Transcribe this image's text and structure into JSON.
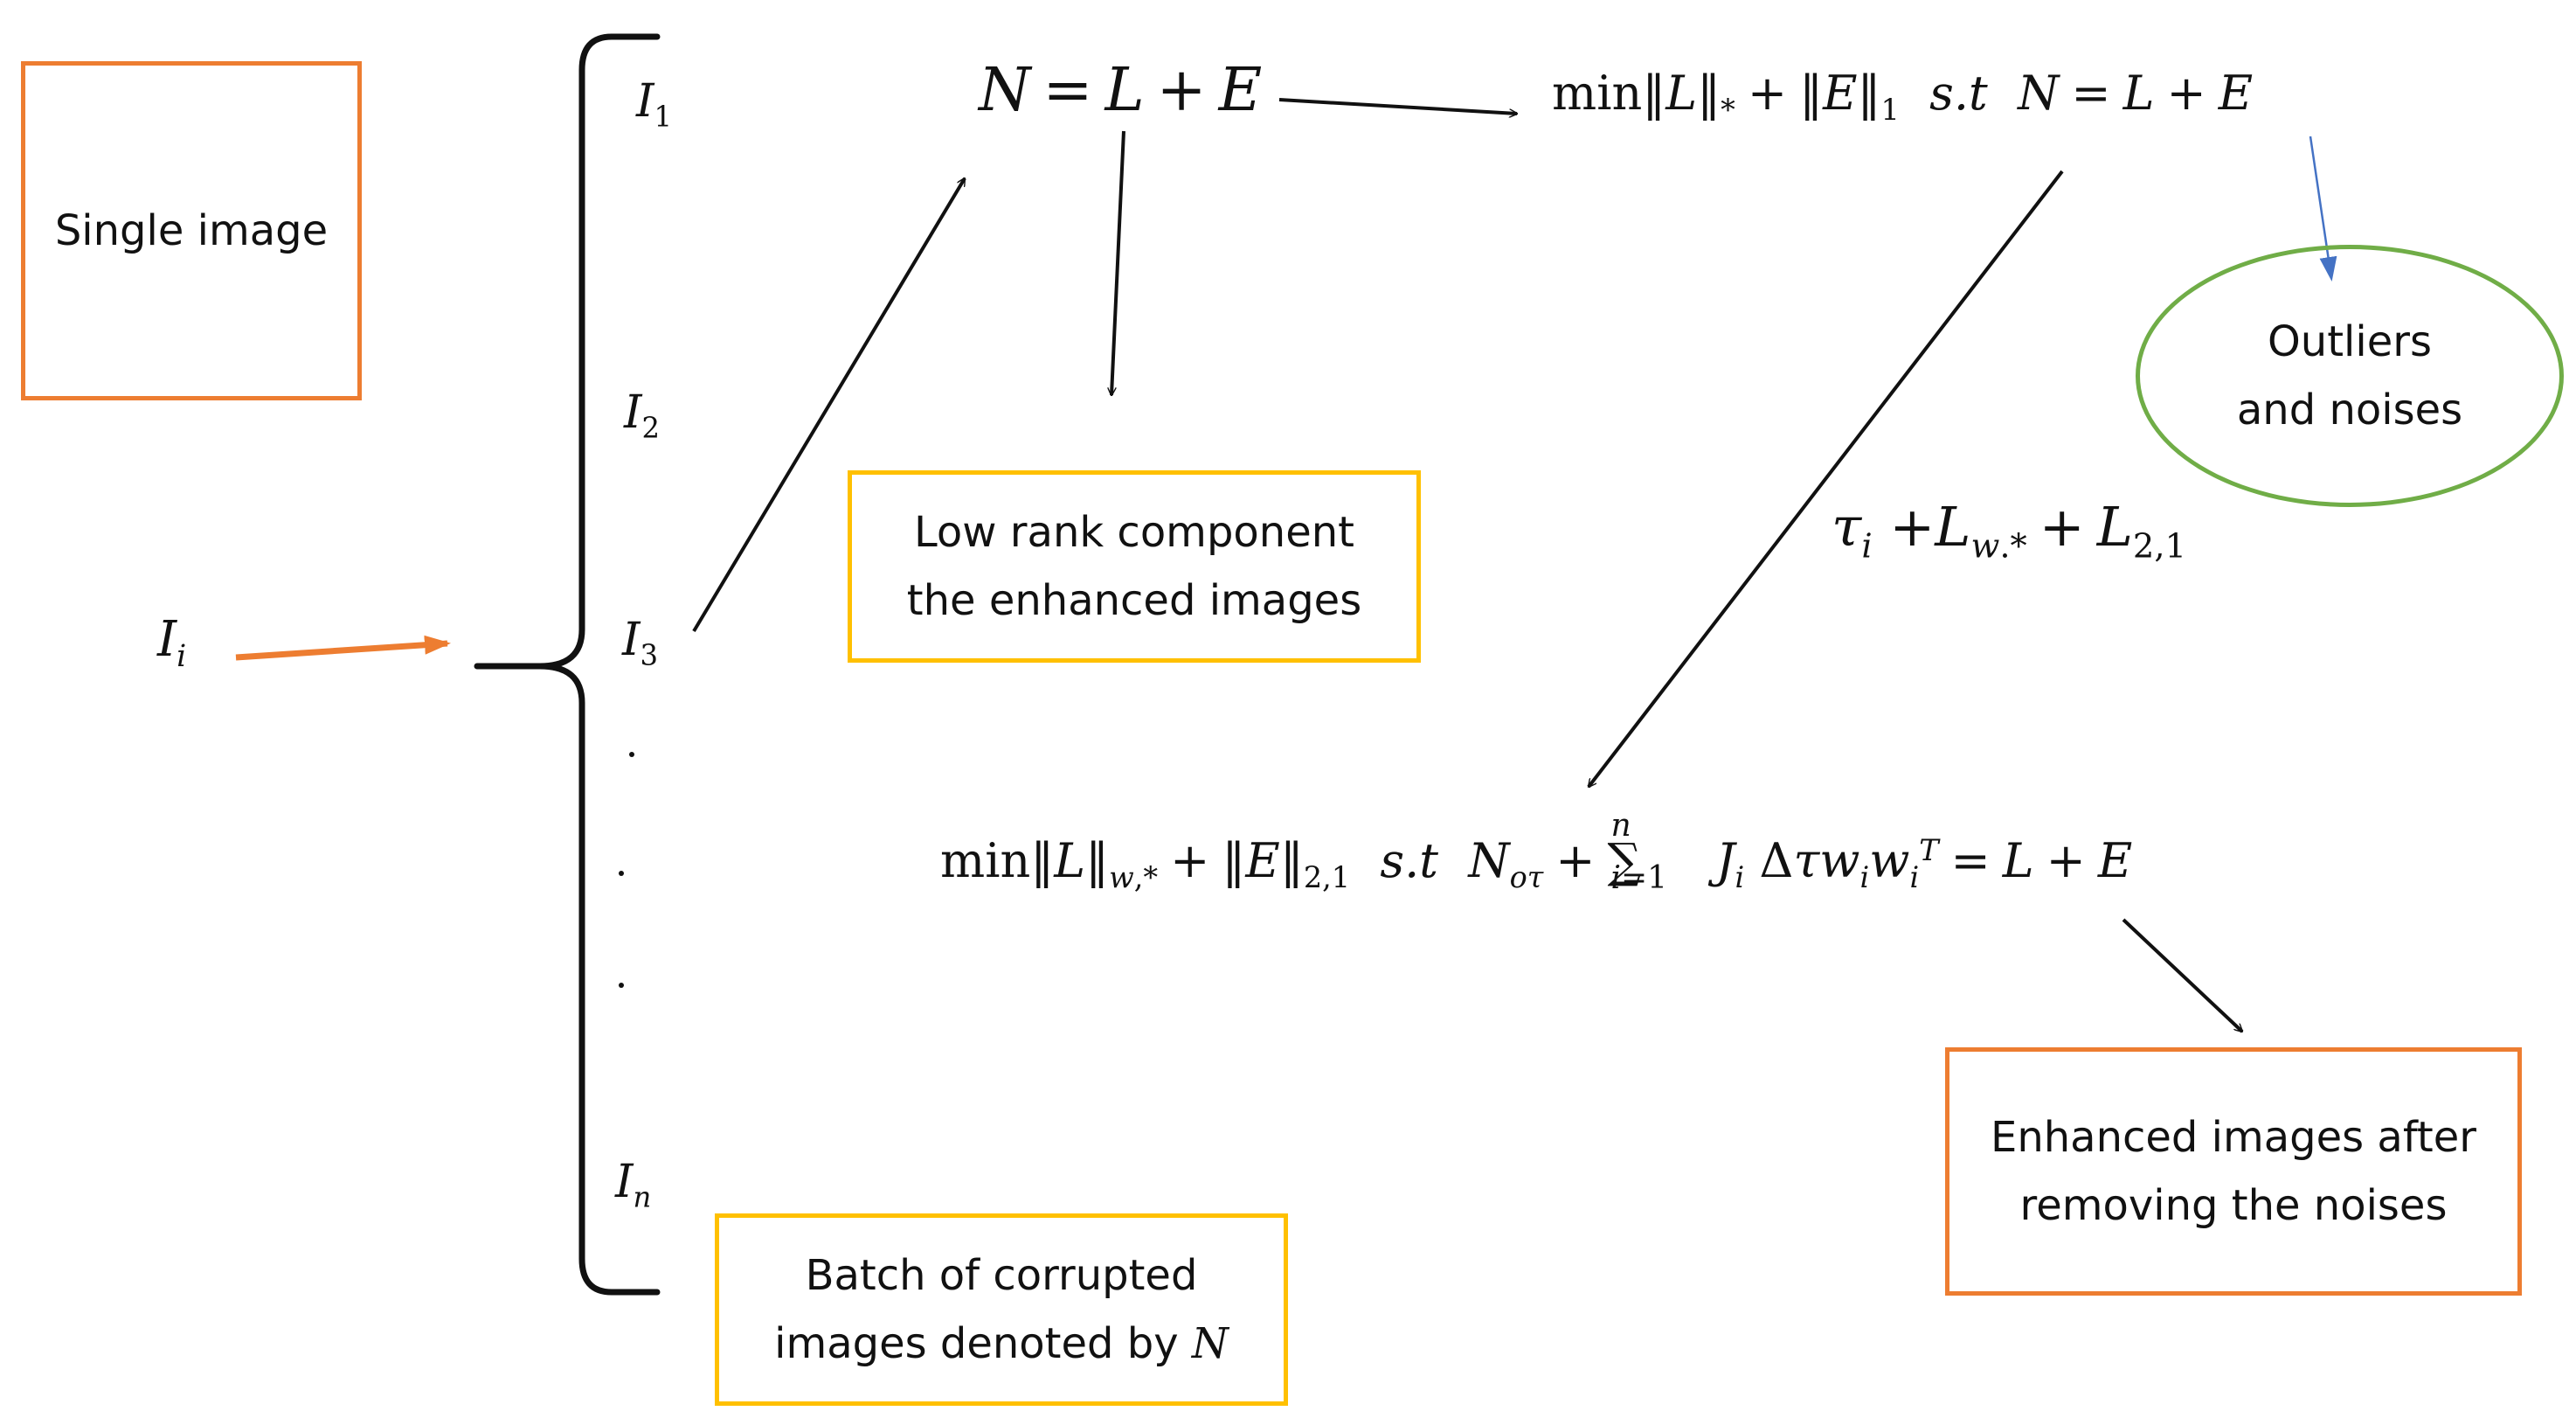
{
  "boxes": {
    "single_image": "Single image",
    "low_rank": [
      "Low rank component",
      "the enhanced images"
    ],
    "batch": [
      "Batch of corrupted",
      "images denoted by"
    ],
    "batch_symbol": "N",
    "outliers": [
      "Outliers",
      "and noises"
    ],
    "enhanced": [
      "Enhanced images after",
      "removing the noises"
    ]
  },
  "equations": {
    "main": "N = L + E",
    "rpca": "min‖L‖* + ‖E‖1  s.t  N = L + E",
    "weights": "τi +Lw.* + L2,1",
    "final": "min‖L‖w,* + ‖E‖2,1  s.t  Nοτ + ∑i=1n Ji Δτ wi wiT = L + E"
  },
  "input_symbol": "Ii",
  "batch_items": [
    "I1",
    "I2",
    "I3",
    "In"
  ],
  "colors": {
    "orange": "#ED7D31",
    "yellow": "#FFC000",
    "green": "#70AD47",
    "blue": "#4472C4",
    "black": "#111111"
  }
}
